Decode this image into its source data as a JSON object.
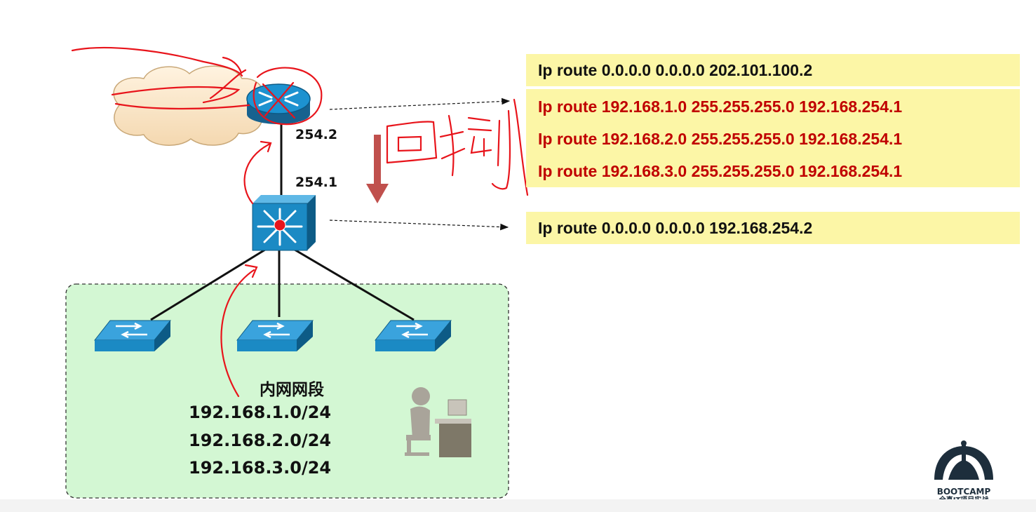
{
  "routes": {
    "border_default": "Ip route 0.0.0.0 0.0.0.0 202.101.100.2",
    "border_back": [
      "Ip route 192.168.1.0 255.255.255.0 192.168.254.1",
      "Ip route 192.168.2.0 255.255.255.0 192.168.254.1",
      "Ip route 192.168.3.0 255.255.255.0 192.168.254.1"
    ],
    "core_default": "Ip route 0.0.0.0 0.0.0.0 192.168.254.2"
  },
  "labels": {
    "router_ip": "254.2",
    "core_ip": "254.1",
    "lan_title": "内网网段",
    "subnets": [
      "192.168.1.0/24",
      "192.168.2.0/24",
      "192.168.3.0/24"
    ]
  },
  "logo": {
    "name": "BOOTCAMP",
    "tagline": "全真IT项目实战"
  },
  "colors": {
    "route_box": "#fcf6a6",
    "route_red": "#c00000",
    "lan_area": "#d3f7d3",
    "device_blue": "#1b8ac4",
    "annotation_red": "#e8141b",
    "arrow_red": "#c0504d"
  },
  "icons": [
    "cloud-icon",
    "router-icon",
    "layer3-switch-icon",
    "switch-icon",
    "user-workstation-icon",
    "bootcamp-logo-icon"
  ]
}
